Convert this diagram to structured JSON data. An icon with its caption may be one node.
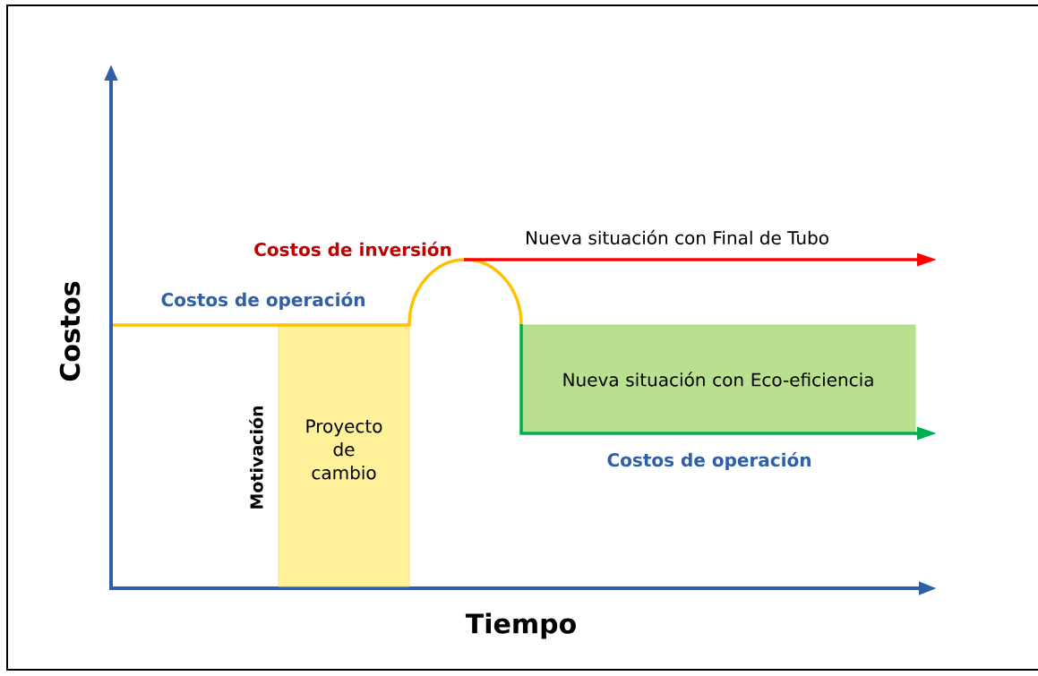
{
  "diagram": {
    "nodes": [
      {
        "text": [
          "Proyecto de cambio"
        ]
      },
      {
        "text": [
          "Nueva situación con Eco-eficiencia"
        ]
      }
    ],
    "labels": [
      "Nueva situación con Final de Tubo",
      "Costos de inversión",
      "Costos de operación",
      "Costos",
      "Motivación",
      "Costos de operación",
      "Tiempo"
    ]
  }
}
